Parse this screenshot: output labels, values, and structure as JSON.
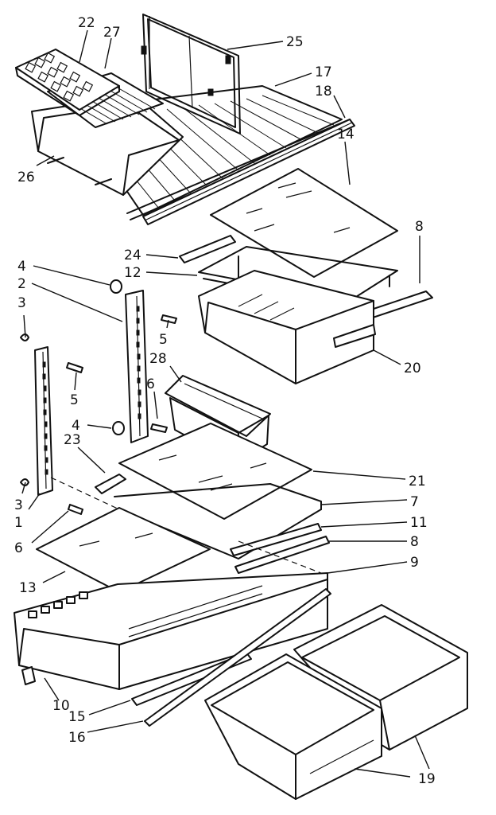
{
  "callouts": [
    {
      "id": "c22",
      "text": "22"
    },
    {
      "id": "c27",
      "text": "27"
    },
    {
      "id": "c25",
      "text": "25"
    },
    {
      "id": "c17",
      "text": "17"
    },
    {
      "id": "c18",
      "text": "18"
    },
    {
      "id": "c14",
      "text": "14"
    },
    {
      "id": "c26",
      "text": "26"
    },
    {
      "id": "c8a",
      "text": "8"
    },
    {
      "id": "c24",
      "text": "24"
    },
    {
      "id": "c12",
      "text": "12"
    },
    {
      "id": "c4a",
      "text": "4"
    },
    {
      "id": "c2",
      "text": "2"
    },
    {
      "id": "c3a",
      "text": "3"
    },
    {
      "id": "c5a",
      "text": "5"
    },
    {
      "id": "c28",
      "text": "28"
    },
    {
      "id": "c20",
      "text": "20"
    },
    {
      "id": "c6a",
      "text": "6"
    },
    {
      "id": "c5b",
      "text": "5"
    },
    {
      "id": "c4b",
      "text": "4"
    },
    {
      "id": "c23",
      "text": "23"
    },
    {
      "id": "c21",
      "text": "21"
    },
    {
      "id": "c3b",
      "text": "3"
    },
    {
      "id": "c7",
      "text": "7"
    },
    {
      "id": "c1",
      "text": "1"
    },
    {
      "id": "c11",
      "text": "11"
    },
    {
      "id": "c6b",
      "text": "6"
    },
    {
      "id": "c8b",
      "text": "8"
    },
    {
      "id": "c9",
      "text": "9"
    },
    {
      "id": "c13",
      "text": "13"
    },
    {
      "id": "c10",
      "text": "10"
    },
    {
      "id": "c15",
      "text": "15"
    },
    {
      "id": "c16",
      "text": "16"
    },
    {
      "id": "c19",
      "text": "19"
    }
  ]
}
